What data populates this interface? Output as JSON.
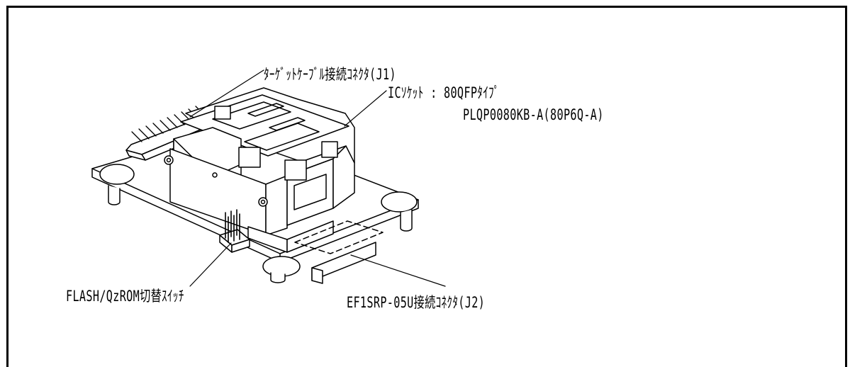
{
  "labels": {
    "target_cable_connector": "ﾀｰｹﾞｯﾄｹｰﾌﾞﾙ接続ｺﾈｸﾀ(J1)",
    "ic_socket_line1": "ICｿｹｯﾄ : 80QFPﾀｲﾌﾟ",
    "ic_socket_line2": "PLQP0080KB-A(80P6Q-A)",
    "flash_switch": "FLASH/QzROM切替ｽｲｯﾁ",
    "ef1srp_connector": "EF1SRP-05U接続ｺﾈｸﾀ(J2)"
  },
  "colors": {
    "line": "#000000",
    "background": "#ffffff"
  }
}
